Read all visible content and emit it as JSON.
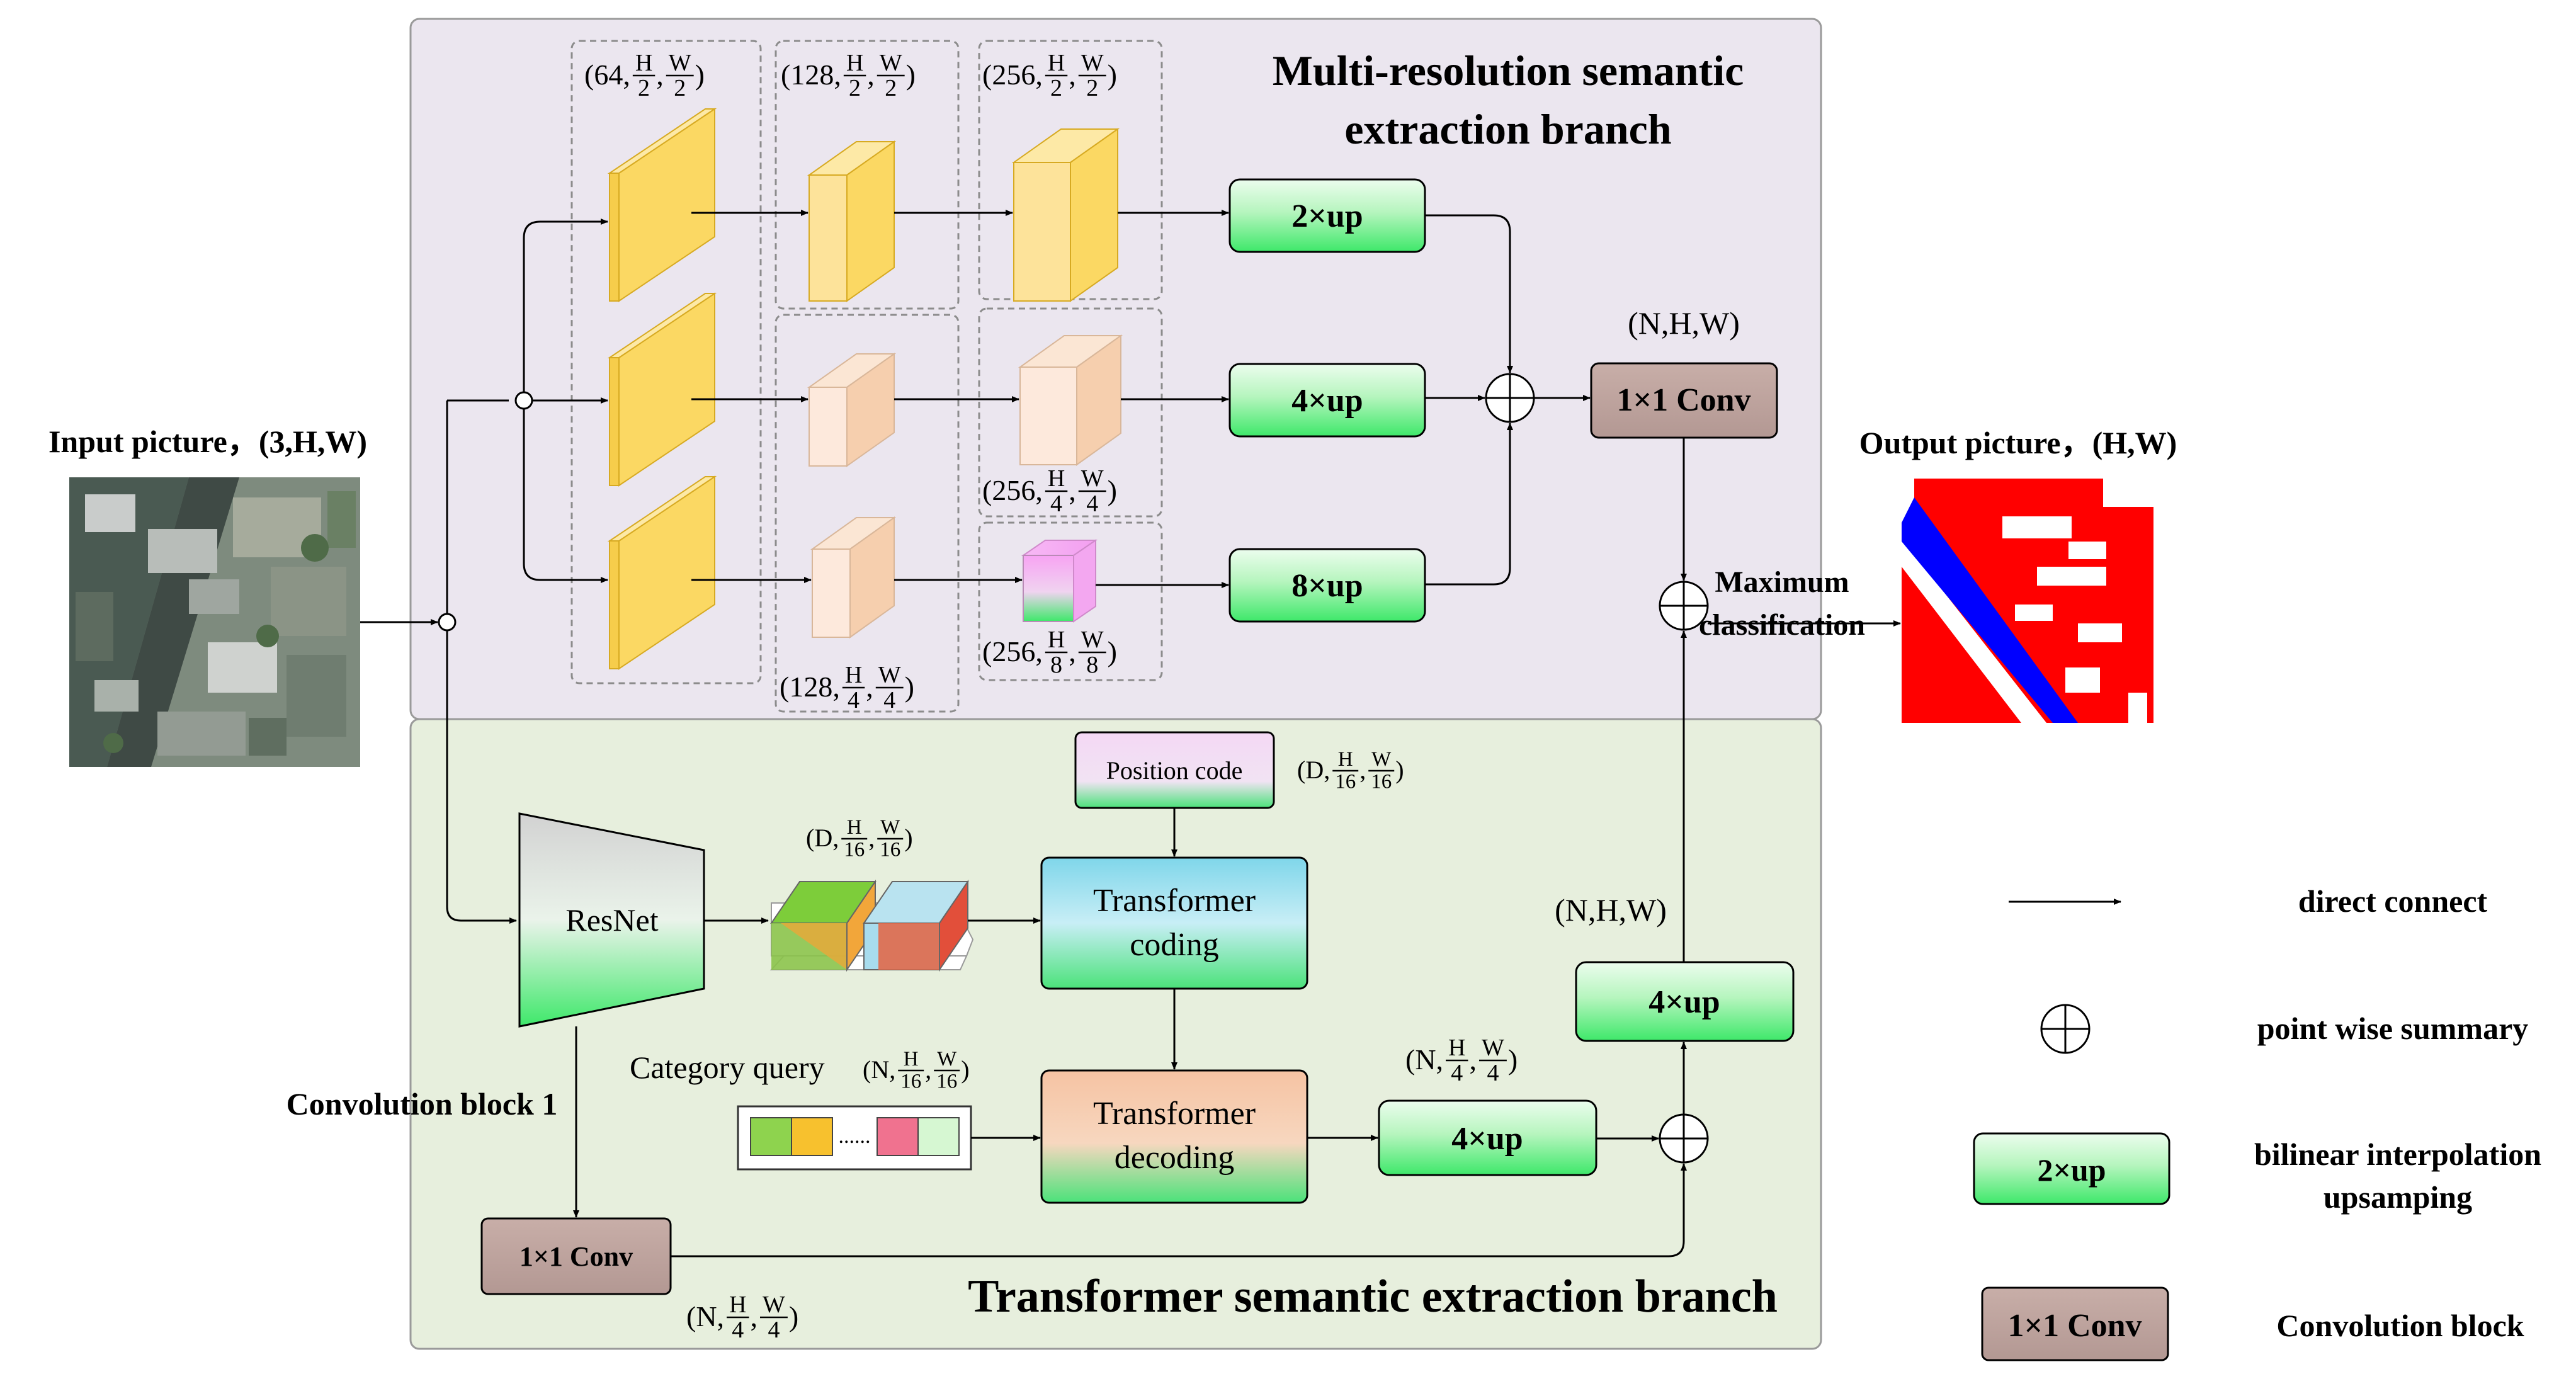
{
  "branches": {
    "multi_resolution_title_line1": "Multi-resolution semantic",
    "multi_resolution_title_line2": "extraction branch",
    "transformer_title": "Transformer semantic extraction branch"
  },
  "input": {
    "label": "Input picture，(3,H,W)"
  },
  "output": {
    "label": "Output picture，(H,W)"
  },
  "multi_resolution": {
    "dims": [
      {
        "prefix": "(64,",
        "num1": "H",
        "den1": "2",
        "num2": "W",
        "den2": "2",
        "suffix": ")"
      },
      {
        "prefix": "(128,",
        "num1": "H",
        "den1": "2",
        "num2": "W",
        "den2": "2",
        "suffix": ")"
      },
      {
        "prefix": "(256,",
        "num1": "H",
        "den1": "2",
        "num2": "W",
        "den2": "2",
        "suffix": ")"
      },
      {
        "prefix": "(256,",
        "num1": "H",
        "den1": "4",
        "num2": "W",
        "den2": "4",
        "suffix": ")"
      },
      {
        "prefix": "(256,",
        "num1": "H",
        "den1": "8",
        "num2": "W",
        "den2": "8",
        "suffix": ")"
      },
      {
        "prefix": "(128,",
        "num1": "H",
        "den1": "4",
        "num2": "W",
        "den2": "4",
        "suffix": ")"
      }
    ],
    "up_labels": [
      "2×up",
      "4×up",
      "8×up"
    ],
    "conv_label": "1×1 Conv",
    "conv_dim": "(N,H,W)"
  },
  "fusion": {
    "maximum": "Maximum",
    "classification": "classification"
  },
  "transformer": {
    "resnet_label": "ResNet",
    "feature_dim": {
      "prefix": "(D,",
      "num1": "H",
      "den1": "16",
      "num2": "W",
      "den2": "16",
      "suffix": ")"
    },
    "position_label": "Position code",
    "position_dim": {
      "prefix": "(D,",
      "num1": "H",
      "den1": "16",
      "num2": "W",
      "den2": "16",
      "suffix": ")"
    },
    "encoder_line1": "Transformer",
    "encoder_line2": "coding",
    "decoder_line1": "Transformer",
    "decoder_line2": "decoding",
    "category_label": "Category query",
    "category_dim": {
      "prefix": "(N,",
      "num1": "H",
      "den1": "16",
      "num2": "W",
      "den2": "16",
      "suffix": ")"
    },
    "up4_label": "4×up",
    "up4_dim": {
      "prefix": "(N,",
      "num1": "H",
      "den1": "4",
      "num2": "W",
      "den2": "4",
      "suffix": ")"
    },
    "up4b_label": "4×up",
    "up4b_dim": "(N,H,W)",
    "conv_label": "1×1 Conv",
    "conv_dim": {
      "prefix": "(N,",
      "num1": "H",
      "den1": "4",
      "num2": "W",
      "den2": "4",
      "suffix": ")"
    },
    "conv_block_label": "Convolution block 1",
    "ellipsis": "......"
  },
  "legend": {
    "direct": "direct connect",
    "pointwise": "point wise summary",
    "up_sample_box": "2×up",
    "bilinear_line1": "bilinear interpolation",
    "bilinear_line2": "upsamping",
    "conv_box": "1×1 Conv",
    "conv_desc": "Convolution block"
  },
  "colors": {
    "multi_branch_bg": "#ebe6ef",
    "transformer_branch_bg": "#e7efdd",
    "cube_yellow": "#fbd863",
    "cube_peach": "#f7d4b4",
    "up_green": "#8ef0a0",
    "conv_brown": "#bfa39d",
    "label_red": "#ff0000",
    "label_blue": "#0000ff"
  }
}
